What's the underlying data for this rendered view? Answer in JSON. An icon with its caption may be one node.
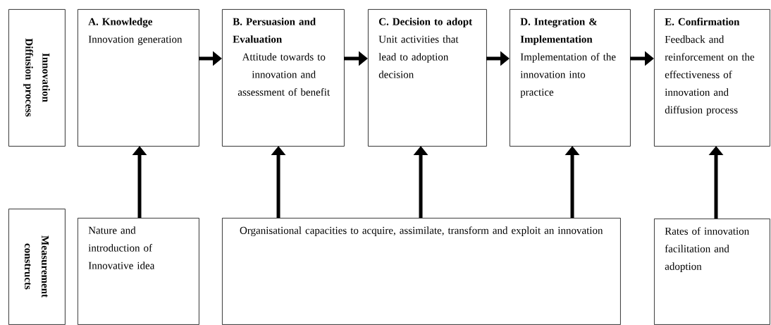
{
  "diagram": {
    "nodes": [
      {
        "text": [
          "Innovation Diffusion process"
        ]
      },
      {
        "text": [
          "A. Knowledge",
          "Innovation generation"
        ]
      },
      {
        "text": [
          "B. Persuasion and Evaluation",
          "Attitude towards to innovation and assessment of benefit"
        ]
      },
      {
        "text": [
          "C. Decision to adopt",
          "Unit activities that lead to adoption decision"
        ]
      },
      {
        "text": [
          "D. Integration & Implementation",
          "Implementation of the innovation into practice"
        ]
      },
      {
        "text": [
          "E. Confirmation",
          "Feedback and reinforcement on the effectiveness of innovation and diffusion process"
        ]
      },
      {
        "text": [
          "Measurement constructs"
        ]
      },
      {
        "text": [
          "Nature and introduction of Innovative idea"
        ]
      },
      {
        "text": [
          "Organisational capacities to acquire, assimilate, transform and exploit an innovation"
        ]
      },
      {
        "text": [
          "Rates of innovation facilitation and adoption"
        ]
      }
    ],
    "edges": [
      {
        "from": 1,
        "to": 2,
        "arrow": "to"
      },
      {
        "from": 2,
        "to": 3,
        "arrow": "to"
      },
      {
        "from": 3,
        "to": 4,
        "arrow": "to"
      },
      {
        "from": 4,
        "to": 5,
        "arrow": "to"
      },
      {
        "from": 7,
        "to": 1,
        "arrow": "to"
      },
      {
        "from": 8,
        "to": 2,
        "arrow": "to"
      },
      {
        "from": 8,
        "to": 3,
        "arrow": "to"
      },
      {
        "from": 8,
        "to": 4,
        "arrow": "to"
      },
      {
        "from": 9,
        "to": 5,
        "arrow": "to"
      }
    ]
  }
}
